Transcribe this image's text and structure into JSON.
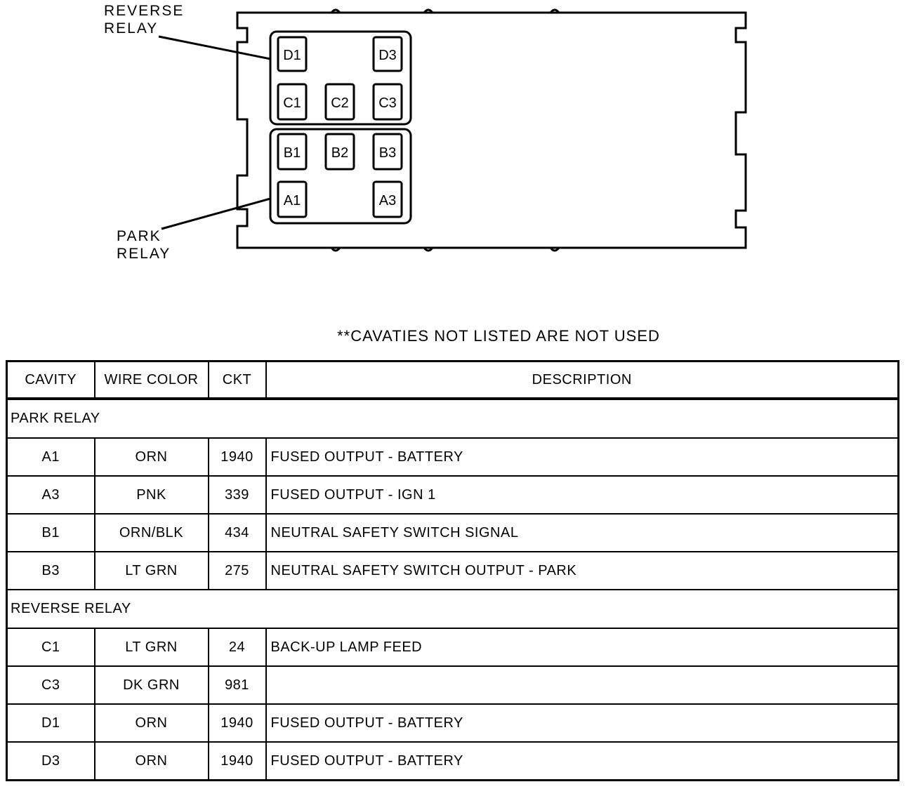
{
  "callouts": {
    "reverse_relay": "REVERSE\nRELAY",
    "park_relay": "PARK\nRELAY"
  },
  "terminals": {
    "D1": "D1",
    "D3": "D3",
    "C1": "C1",
    "C2": "C2",
    "C3": "C3",
    "B1": "B1",
    "B2": "B2",
    "B3": "B3",
    "A1": "A1",
    "A3": "A3"
  },
  "note": "**CAVATIES NOT LISTED ARE NOT USED",
  "table": {
    "headers": [
      "CAVITY",
      "WIRE COLOR",
      "CKT",
      "DESCRIPTION"
    ],
    "sections": [
      {
        "title": "PARK RELAY",
        "rows": [
          [
            "A1",
            "ORN",
            "1940",
            "FUSED OUTPUT - BATTERY"
          ],
          [
            "A3",
            "PNK",
            "339",
            "FUSED OUTPUT - IGN 1"
          ],
          [
            "B1",
            "ORN/BLK",
            "434",
            "NEUTRAL SAFETY SWITCH SIGNAL"
          ],
          [
            "B3",
            "LT GRN",
            "275",
            "NEUTRAL SAFETY SWITCH OUTPUT - PARK"
          ]
        ]
      },
      {
        "title": "REVERSE RELAY",
        "rows": [
          [
            "C1",
            "LT GRN",
            "24",
            "BACK-UP LAMP FEED"
          ],
          [
            "C3",
            "DK GRN",
            "981",
            ""
          ],
          [
            "D1",
            "ORN",
            "1940",
            "FUSED OUTPUT - BATTERY"
          ],
          [
            "D3",
            "ORN",
            "1940",
            "FUSED OUTPUT - BATTERY"
          ]
        ]
      }
    ]
  }
}
